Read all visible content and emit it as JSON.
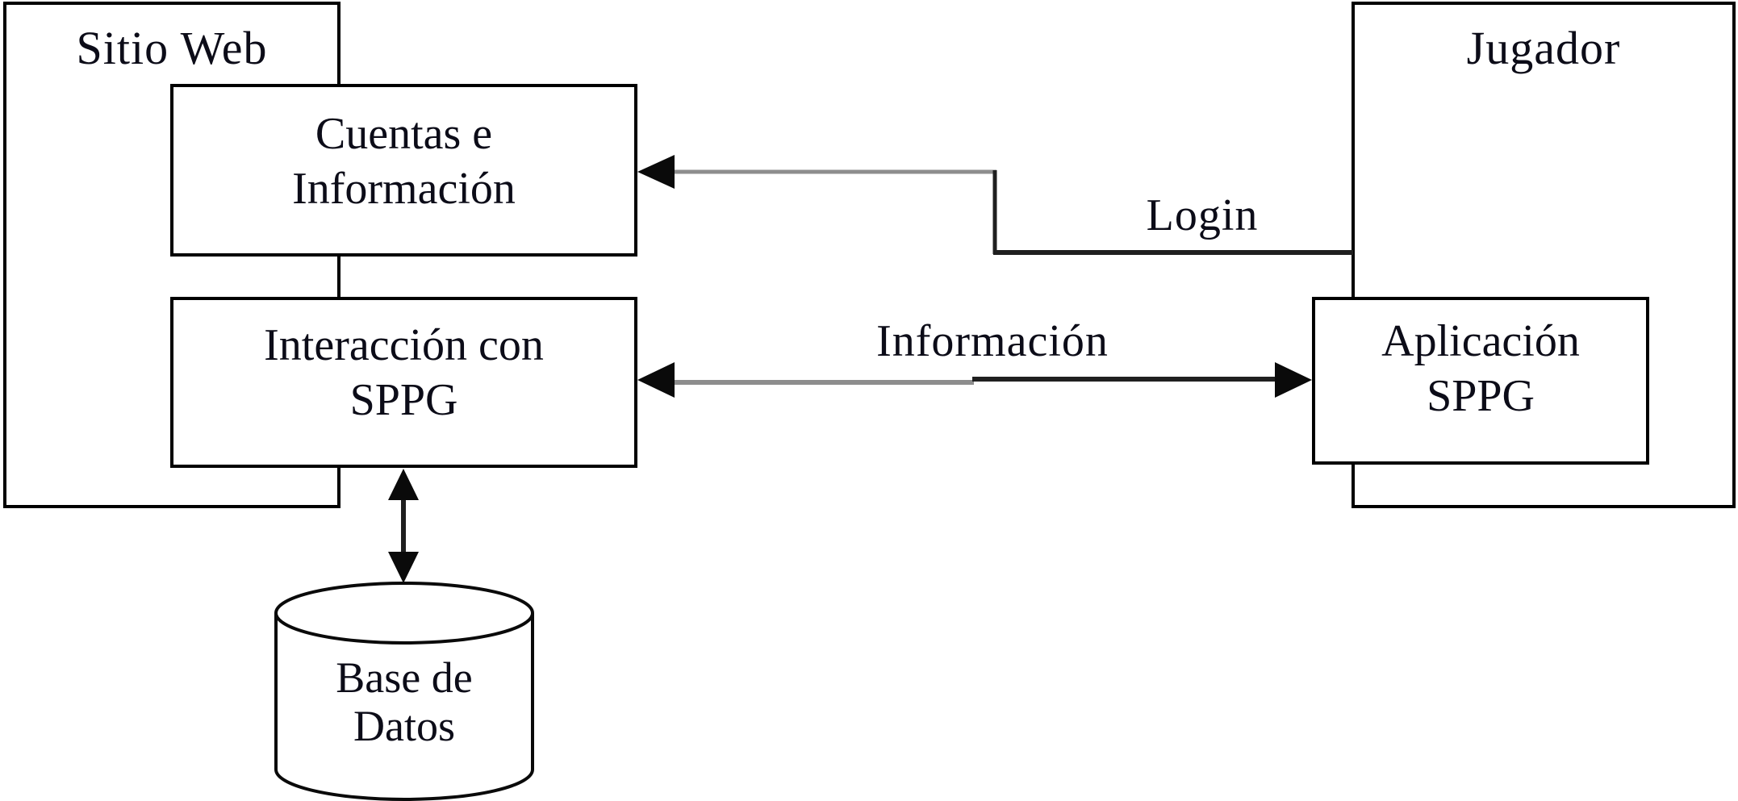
{
  "diagram": {
    "background_color": "#ffffff",
    "border_color": "#000000",
    "text_color": "#0c0c18",
    "arrow_color_dark": "#1f1f1f",
    "arrow_color_light": "#8d8d8d",
    "containers": {
      "sitio_web": {
        "label": "Sitio Web"
      },
      "jugador": {
        "label": "Jugador"
      }
    },
    "nodes": {
      "cuentas": {
        "line1": "Cuentas e",
        "line2": "Información"
      },
      "interaccion": {
        "line1": "Interacción con",
        "line2": "SPPG"
      },
      "aplicacion": {
        "line1": "Aplicación",
        "line2": "SPPG"
      },
      "base_datos": {
        "line1": "Base de",
        "line2": "Datos"
      }
    },
    "edges": {
      "login": {
        "label": "Login",
        "direction": "one-way",
        "from": "Jugador",
        "to": "Cuentas e Información"
      },
      "informacion": {
        "label": "Información",
        "direction": "two-way",
        "from": "Interacción con SPPG",
        "to": "Aplicación SPPG"
      },
      "base_datos_link": {
        "label": "",
        "direction": "two-way",
        "from": "Interacción con SPPG",
        "to": "Base de Datos"
      }
    }
  }
}
